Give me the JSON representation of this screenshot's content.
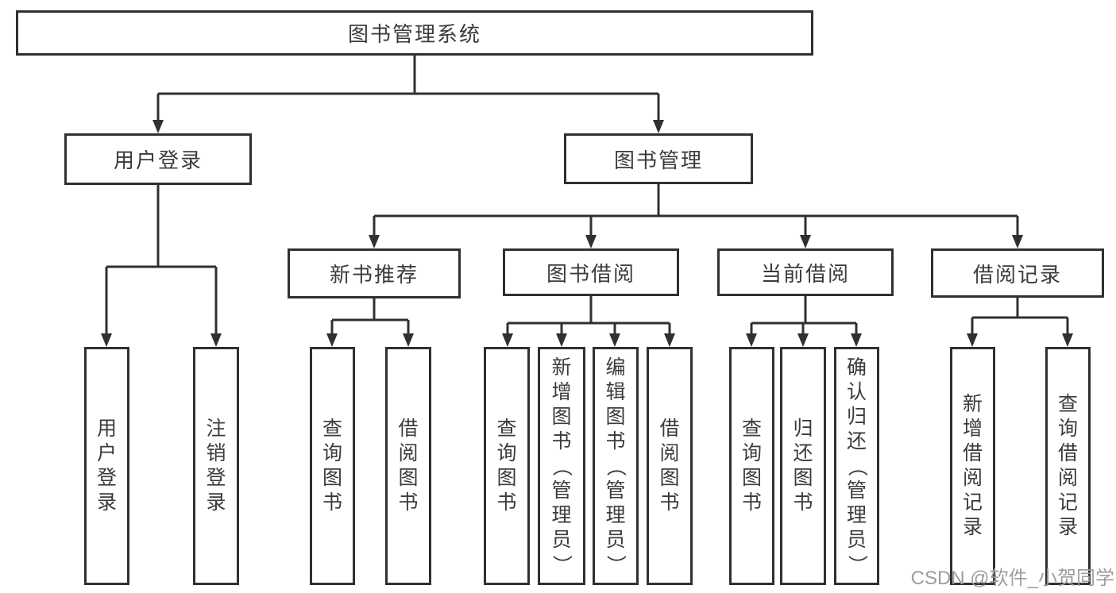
{
  "tree": {
    "root": "图书管理系统",
    "level2": [
      "用户登录",
      "图书管理"
    ],
    "groups": {
      "user_login": {
        "children": [
          "用户登录",
          "注销登录"
        ]
      },
      "book_mgmt": {
        "sections": [
          "新书推荐",
          "图书借阅",
          "当前借阅",
          "借阅记录"
        ],
        "section_children": [
          [
            "查询图书",
            "借阅图书"
          ],
          [
            "查询图书",
            "新增图书（管理员）",
            "编辑图书（管理员）",
            "借阅图书"
          ],
          [
            "查询图书",
            "归还图书",
            "确认归还（管理员）"
          ],
          [
            "新增借阅记录",
            "查询借阅记录"
          ]
        ]
      }
    }
  },
  "watermark": "CSDN @软件_小贺同学",
  "colors": {
    "line": "#303030",
    "text": "#3b3b3b",
    "watermark": "#9d9d9d",
    "background": "#ffffff"
  }
}
